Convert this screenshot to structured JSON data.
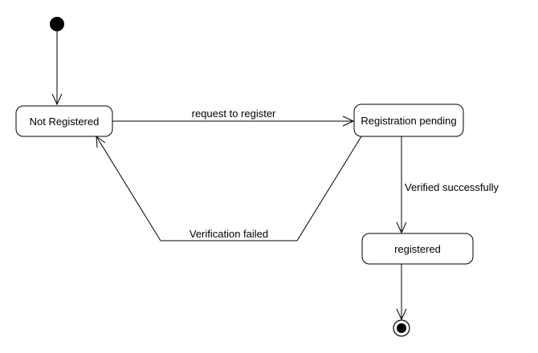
{
  "states": {
    "not_registered": "Not Registered",
    "registration_pending": "Registration pending",
    "registered": "registered"
  },
  "transitions": {
    "request": "request to register",
    "verified": "Verified successfully",
    "failed": "Verification failed"
  },
  "pseudostates": {
    "initial": "initial-state",
    "final": "final-state"
  }
}
